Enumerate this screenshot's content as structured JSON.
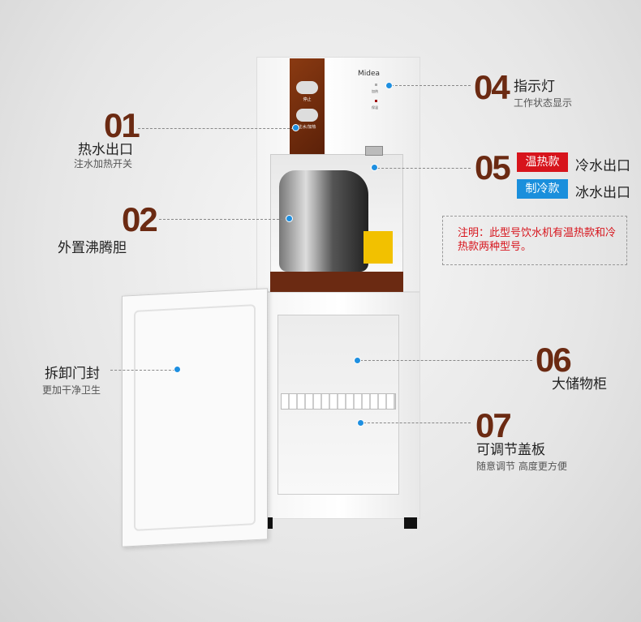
{
  "brand": "Midea",
  "panel": {
    "button1": "停止",
    "button2": "注水/加热",
    "led1": "加热",
    "led2": "保温"
  },
  "callouts": {
    "c01": {
      "num": "01",
      "title": "热水出口",
      "sub": "注水加热开关"
    },
    "c02": {
      "num": "02",
      "title": "外置沸腾胆"
    },
    "door": {
      "title": "拆卸门封",
      "sub": "更加干净卫生"
    },
    "c04": {
      "num": "04",
      "title": "指示灯",
      "sub": "工作状态显示"
    },
    "c05": {
      "num": "05",
      "rows": [
        {
          "badge": "温热款",
          "badge_color": "#d7141c",
          "text": "冷水出口"
        },
        {
          "badge": "制冷款",
          "badge_color": "#1a8fdc",
          "text": "冰水出口"
        }
      ]
    },
    "c06": {
      "num": "06",
      "title": "大储物柜"
    },
    "c07": {
      "num": "07",
      "title": "可调节盖板",
      "sub": "随意调节 高度更方便"
    }
  },
  "note": "注明：此型号饮水机有温热款和冷热款两种型号。",
  "colors": {
    "accent_brown": "#6b2a12",
    "dot_blue": "#1e8fe0",
    "note_red": "#d7141c"
  }
}
